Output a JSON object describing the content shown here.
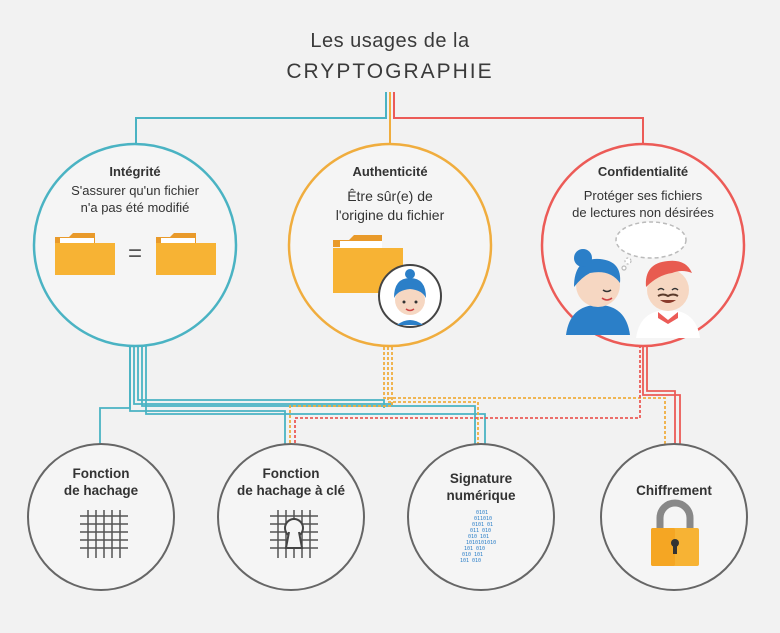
{
  "title": {
    "line1": "Les usages de la",
    "line2": "CRYPTOGRAPHIE"
  },
  "colors": {
    "background": "#f2f2f2",
    "integrite": "#4ab3c3",
    "authenticite": "#f0ad3e",
    "confidentialite": "#ec5b57",
    "node_border": "#666666",
    "node_fill": "#f5f5f5",
    "folder": "#f7b334"
  },
  "usages": [
    {
      "id": "integrite",
      "label": "Intégrité",
      "description_lines": [
        "S'assurer qu'un fichier",
        "n'a pas été modifié"
      ],
      "equals": "="
    },
    {
      "id": "authenticite",
      "label": "Authenticité",
      "description_lines": [
        "Être sûr(e) de",
        "l'origine du fichier"
      ]
    },
    {
      "id": "confidentialite",
      "label": "Confidentialité",
      "description_lines": [
        "Protéger ses fichiers",
        "de lectures non désirées"
      ]
    }
  ],
  "techniques": [
    {
      "id": "fonction-hachage",
      "label_lines": [
        "Fonction",
        "de hachage"
      ],
      "icon": "hash-grid-icon"
    },
    {
      "id": "fonction-hachage-cle",
      "label_lines": [
        "Fonction",
        "de hachage à clé"
      ],
      "icon": "hash-grid-keyhole-icon"
    },
    {
      "id": "signature-numerique",
      "label_lines": [
        "Signature",
        "numérique"
      ],
      "icon": "binary-letter-a-icon"
    },
    {
      "id": "chiffrement",
      "label_lines": [
        "Chiffrement"
      ],
      "icon": "padlock-icon"
    }
  ]
}
